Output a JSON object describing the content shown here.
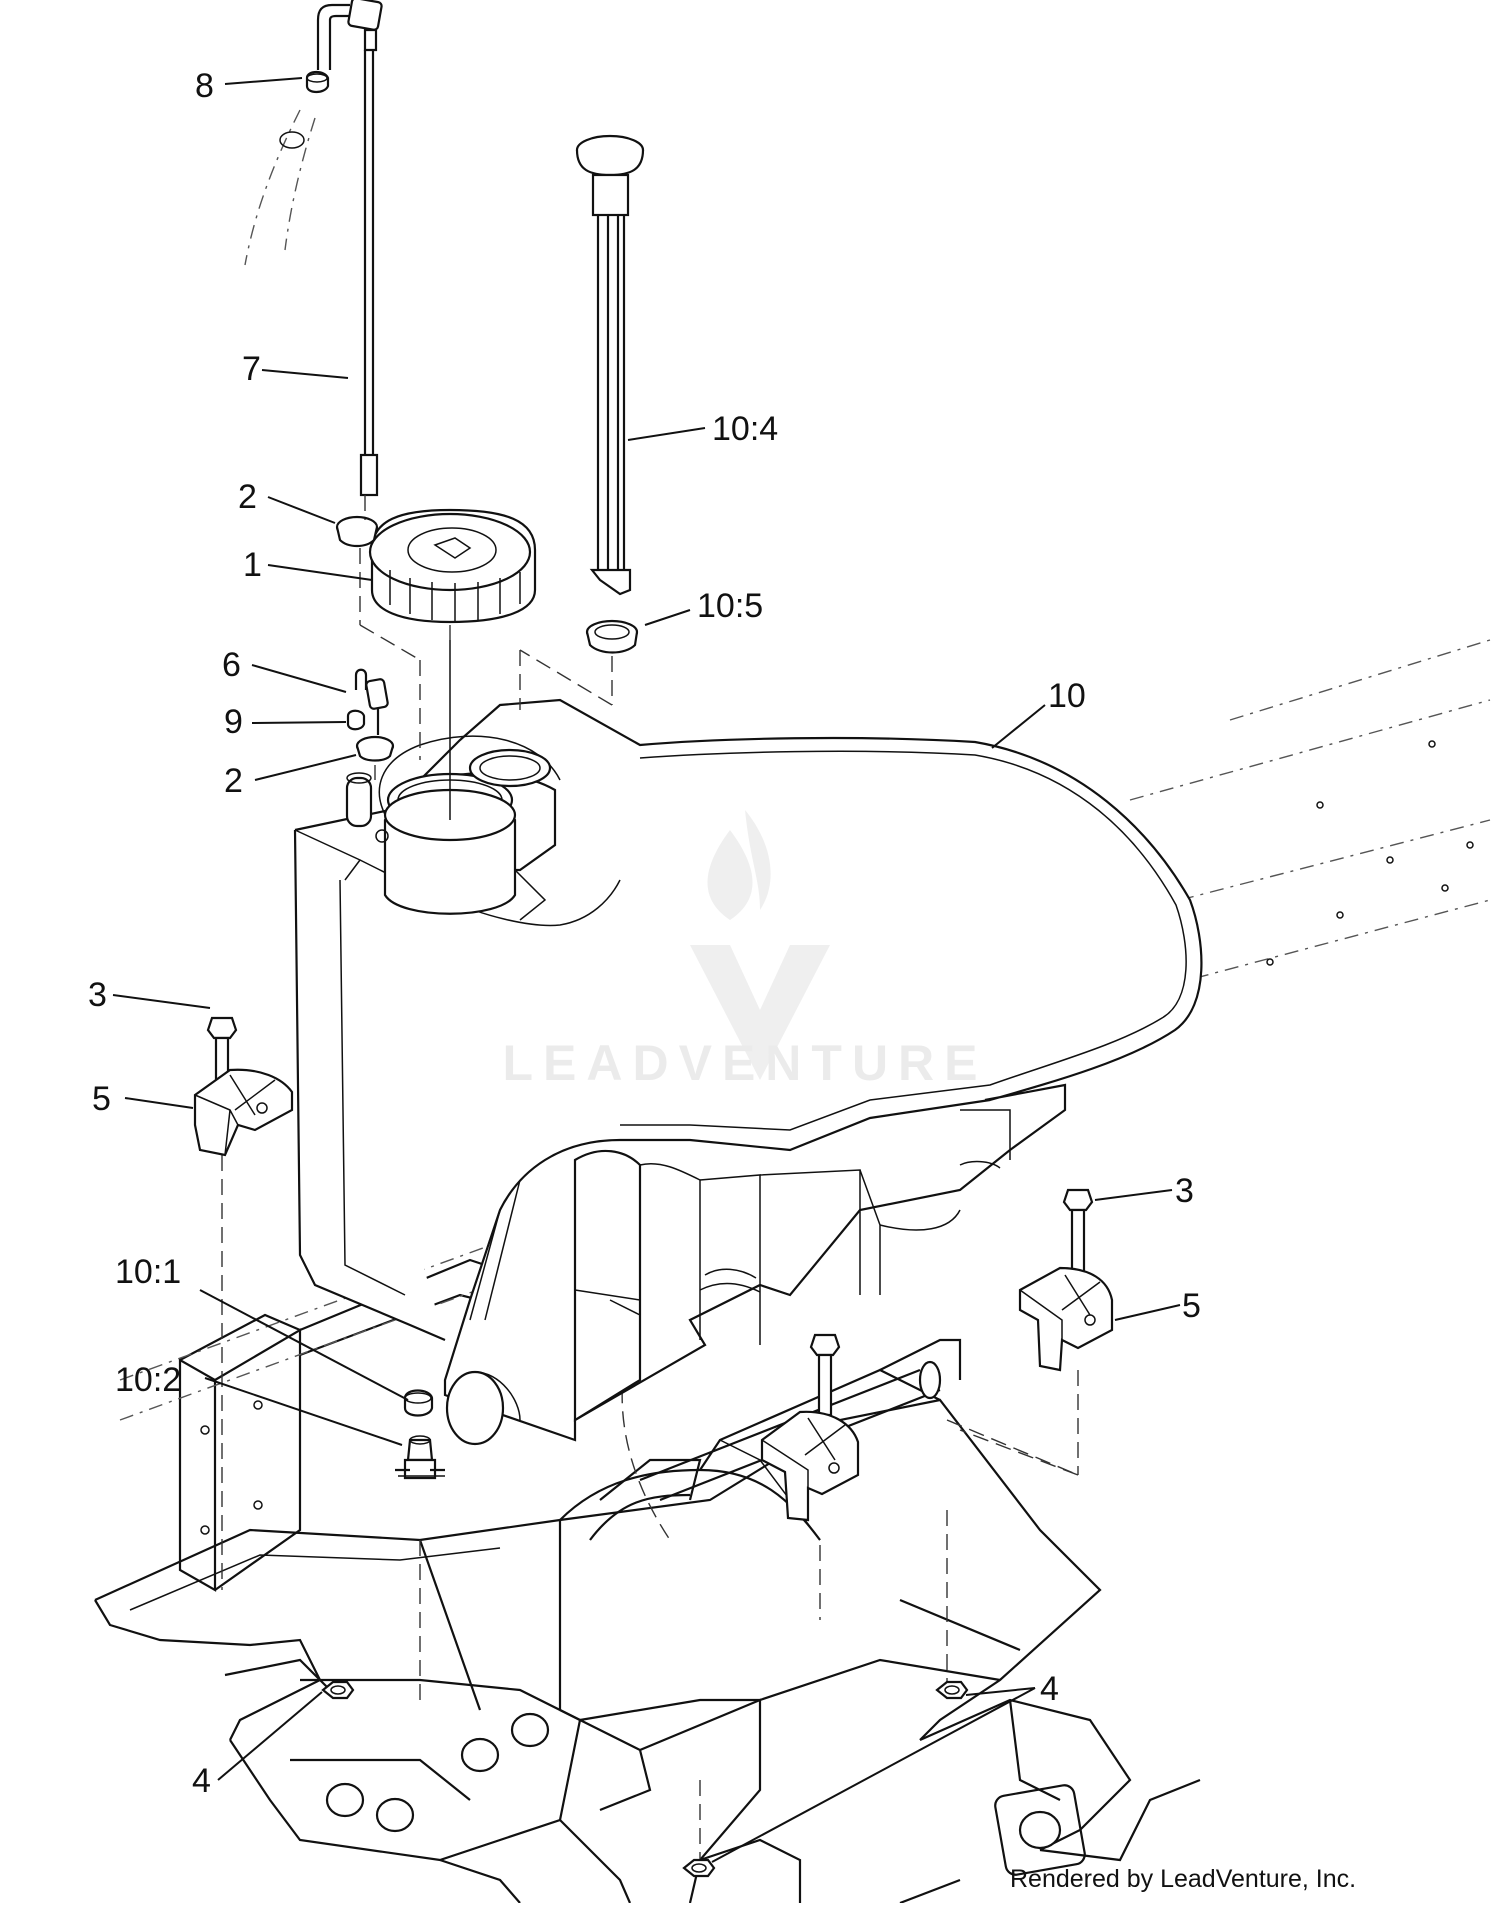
{
  "diagram": {
    "callouts": {
      "c8": "8",
      "c7": "7",
      "c104": "10:4",
      "c2a": "2",
      "c1": "1",
      "c105": "10:5",
      "c6": "6",
      "c9": "9",
      "c2b": "2",
      "c10": "10",
      "c3a": "3",
      "c5a": "5",
      "c3b": "3",
      "c5b": "5",
      "c101": "10:1",
      "c102": "10:2",
      "c4a": "4",
      "c4b": "4"
    },
    "watermark": "LEADVENTURE",
    "credit": "Rendered by LeadVenture, Inc."
  }
}
